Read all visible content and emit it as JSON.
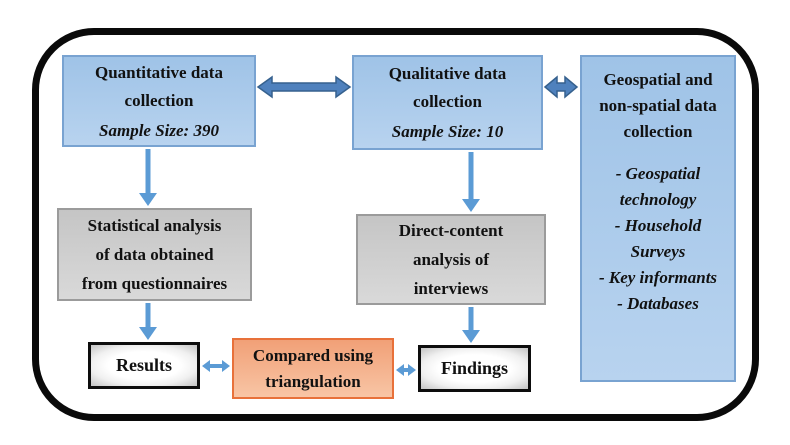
{
  "colors": {
    "blue_box_fill_top": "#9fc3e7",
    "blue_box_fill_bottom": "#b8d3ef",
    "blue_box_border": "#79a3d1",
    "gray_box_fill_top": "#c5c5c5",
    "gray_box_fill_bottom": "#d9d9d9",
    "gray_box_border": "#9b9b9b",
    "orange_box_fill_top": "#f1a077",
    "orange_box_fill_bottom": "#f8c5a5",
    "orange_box_border": "#e8713a",
    "result_box_border": "#0d0d0d",
    "outer_frame_border": "#0a0a0a",
    "arrow_thick_fill": "#4f81bd",
    "arrow_thick_stroke": "#36618e",
    "arrow_thin_fill": "#5b9bd5",
    "text": "#111111"
  },
  "nodes": {
    "quantitative": {
      "lines": [
        "Quantitative data",
        "collection"
      ],
      "subtitle": "Sample Size: 390"
    },
    "qualitative": {
      "lines": [
        "Qualitative data",
        "collection"
      ],
      "subtitle": "Sample Size: 10"
    },
    "geospatial": {
      "title_lines": [
        "Geospatial and",
        "non-spatial data",
        "collection"
      ],
      "items": [
        "- Geospatial technology",
        "- Household Surveys",
        "- Key informants",
        "- Databases"
      ]
    },
    "statistical": {
      "lines": [
        "Statistical analysis",
        "of data obtained",
        "from questionnaires"
      ]
    },
    "direct_content": {
      "lines": [
        "Direct-content",
        "analysis of",
        "interviews"
      ]
    },
    "results": {
      "label": "Results"
    },
    "compared": {
      "lines": [
        "Compared using",
        "triangulation"
      ]
    },
    "findings": {
      "label": "Findings"
    }
  }
}
